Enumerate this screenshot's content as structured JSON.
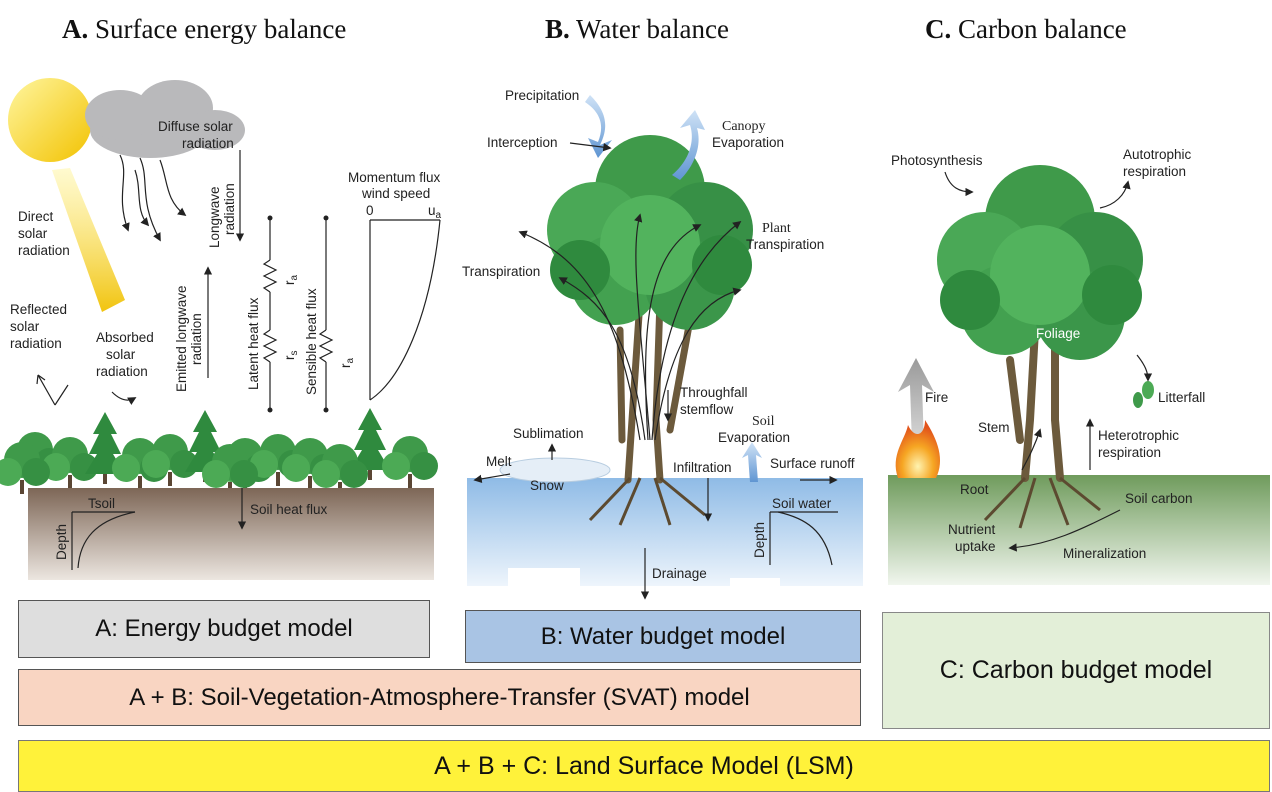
{
  "titles": {
    "a_letter": "A.",
    "a_text": " Surface energy balance",
    "b_letter": "B.",
    "b_text": " Water balance",
    "c_letter": "C.",
    "c_text": " Carbon balance"
  },
  "panel_a": {
    "diffuse1": "Diffuse solar",
    "diffuse2": "radiation",
    "direct1": "Direct",
    "direct2": "solar",
    "direct3": "radiation",
    "reflected1": "Reflected",
    "reflected2": "solar",
    "reflected3": "radiation",
    "absorbed1": "Absorbed",
    "absorbed2": "solar",
    "absorbed3": "radiation",
    "longwave1": "Longwave",
    "longwave2": "radiation",
    "emitted1": "Emitted longwave",
    "emitted2": "radiation",
    "latent": "Latent heat flux",
    "sensible": "Sensible heat flux",
    "momentum1": "Momentum flux",
    "momentum2": "wind speed",
    "zero": "0",
    "ua": "u",
    "ua_sub": "a",
    "ra": "r",
    "ra_sub": "a",
    "rs": "r",
    "rs_sub": "s",
    "tsoil": "Tsoil",
    "depth": "Depth",
    "soil_heat": "Soil heat flux"
  },
  "panel_b": {
    "precipitation": "Precipitation",
    "interception": "Interception",
    "canopy1": "Canopy",
    "canopy2": "Evaporation",
    "plant1": "Plant",
    "plant2": "Transpiration",
    "transpiration": "Transpiration",
    "throughfall1": "Throughfall",
    "throughfall2": "stemflow",
    "soil1": "Soil",
    "soil2": "Evaporation",
    "sublimation": "Sublimation",
    "melt": "Melt",
    "snow": "Snow",
    "infiltration": "Infiltration",
    "runoff": "Surface runoff",
    "soil_water": "Soil water",
    "depth": "Depth",
    "drainage": "Drainage"
  },
  "panel_c": {
    "photosynthesis": "Photosynthesis",
    "autotrophic1": "Autotrophic",
    "autotrophic2": "respiration",
    "foliage": "Foliage",
    "fire": "Fire",
    "litterfall": "Litterfall",
    "stem": "Stem",
    "heterotrophic1": "Heterotrophic",
    "heterotrophic2": "respiration",
    "root": "Root",
    "soil_carbon": "Soil carbon",
    "nutrient1": "Nutrient",
    "nutrient2": "uptake",
    "mineralization": "Mineralization"
  },
  "models": {
    "energy": "A: Energy budget model",
    "water": "B: Water budget model",
    "carbon": "C: Carbon budget model",
    "svat": "A + B: Soil-Vegetation-Atmosphere-Transfer (SVAT) model",
    "lsm": "A + B + C: Land Surface Model (LSM)"
  },
  "colors": {
    "energy_box": "#dedede",
    "water_box": "#a9c4e4",
    "carbon_box": "#e3efd8",
    "svat_box": "#f9d5c2",
    "lsm_box": "#fff23a",
    "soil_brown": "#8a7463",
    "water_blue": "#9cc3ea",
    "soil_green": "#7fa869",
    "tree_green": "#3f9a4a"
  }
}
